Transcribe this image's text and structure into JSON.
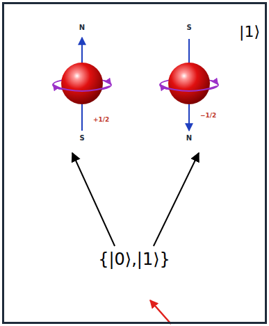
{
  "diagram": {
    "nodes": [
      {
        "text": [
          "|1⟩"
        ]
      },
      {
        "text": [
          "N",
          "S",
          "+1/2"
        ],
        "in": 0
      },
      {
        "text": [
          "S",
          "N",
          "−1/2"
        ],
        "in": 0
      },
      {
        "text": [
          "{|0⟩,|1⟩}"
        ],
        "in": 0
      }
    ],
    "edges": [
      {
        "from": 3,
        "to": 1,
        "arrow": "to"
      },
      {
        "from": 3,
        "to": 2,
        "arrow": "to"
      }
    ]
  }
}
